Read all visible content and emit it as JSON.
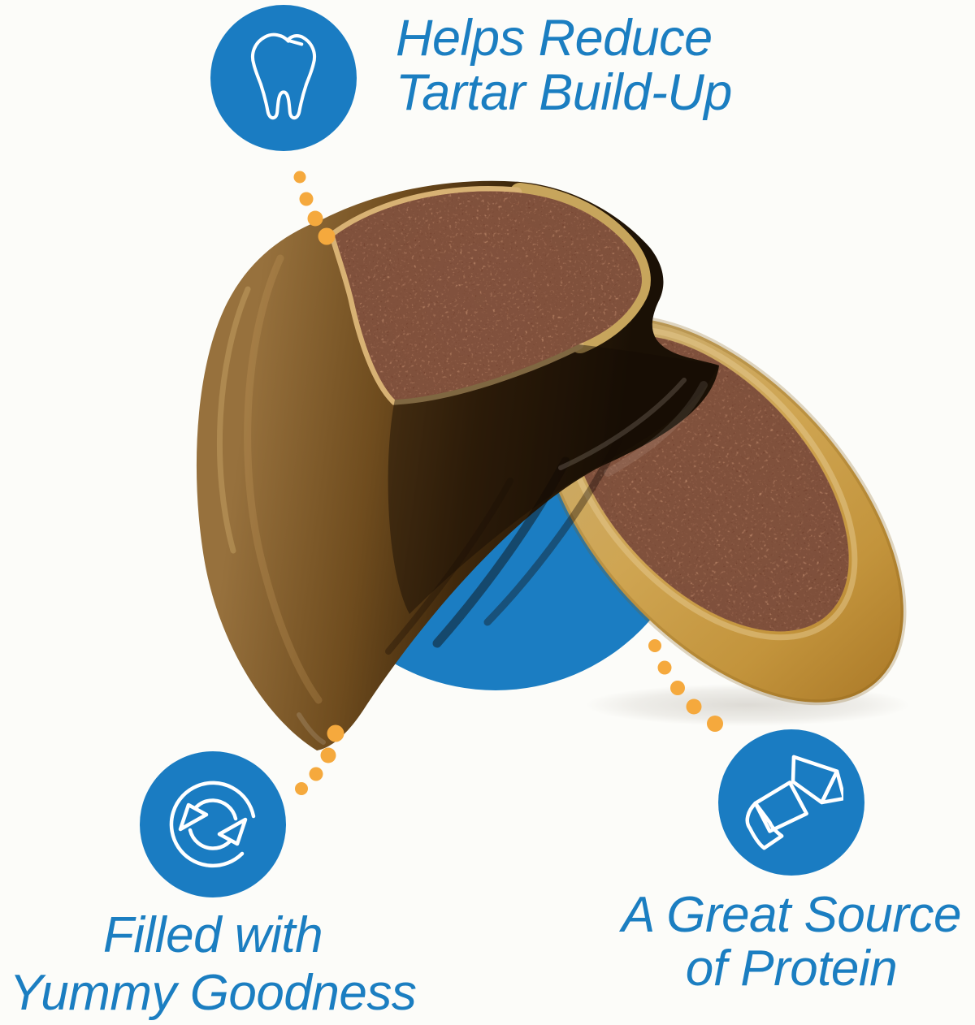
{
  "palette": {
    "badge_blue": "#1a7cc2",
    "circle_blue": "#1b7dc2",
    "text_blue": "#1b7ec1",
    "dot_orange": "#f5a93d",
    "background": "#fcfcf9"
  },
  "callouts": {
    "tartar": {
      "icon": "tooth-icon",
      "line1": "Helps Reduce",
      "line2": "Tartar Build-Up"
    },
    "yummy": {
      "icon": "refresh-icon",
      "line1": "Filled with",
      "line2": "Yummy Goodness"
    },
    "protein": {
      "icon": "protein-ribbon-icon",
      "line1": "A Great Source",
      "line2": "of Protein"
    }
  },
  "product": {
    "alt": "Cross-section of a filled horn dog chew split into two halves over a blue circle"
  }
}
